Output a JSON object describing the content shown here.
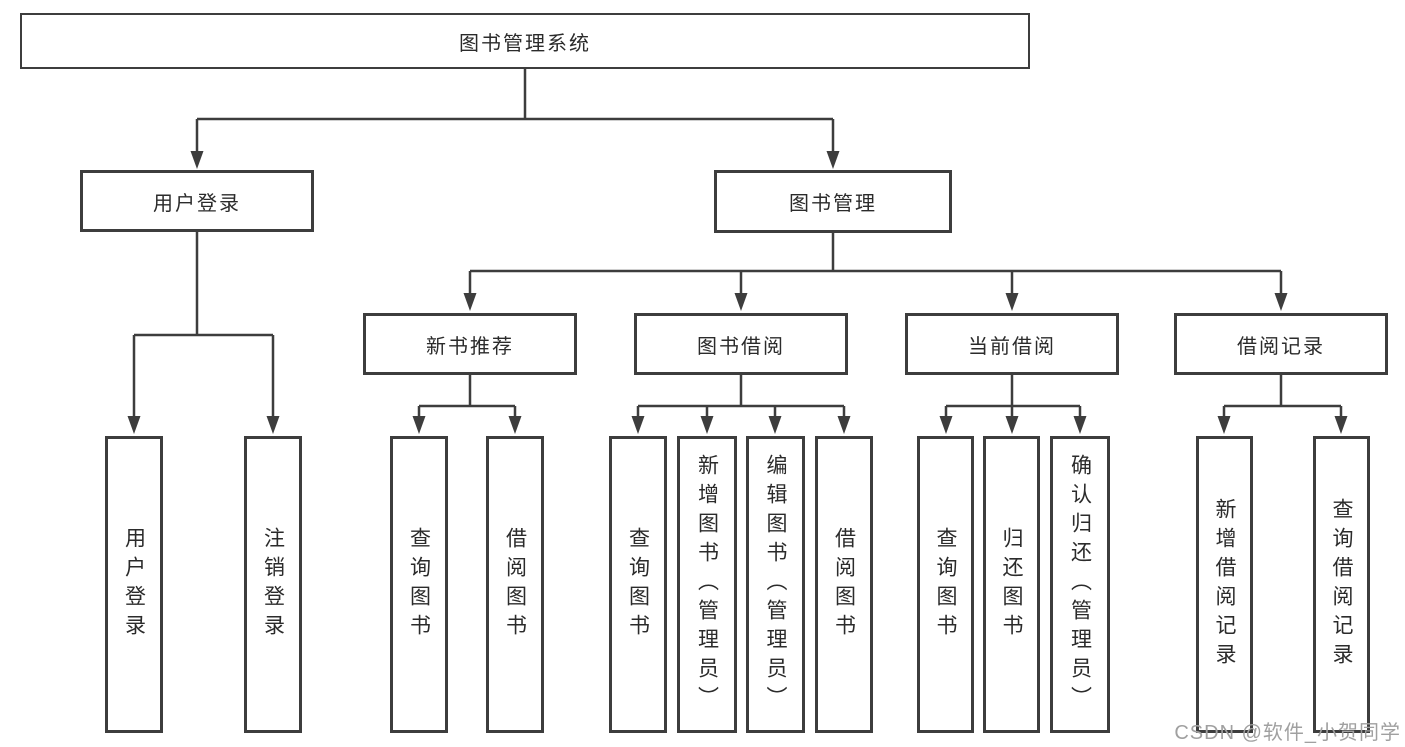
{
  "diagram": {
    "root": "图书管理系统",
    "branches": [
      {
        "label": "用户登录",
        "children": [
          "用户登录",
          "注销登录"
        ]
      },
      {
        "label": "图书管理",
        "children": [
          {
            "label": "新书推荐",
            "children": [
              "查询图书",
              "借阅图书"
            ]
          },
          {
            "label": "图书借阅",
            "children": [
              "查询图书",
              "新增图书（管理员）",
              "编辑图书（管理员）",
              "借阅图书"
            ]
          },
          {
            "label": "当前借阅",
            "children": [
              "查询图书",
              "归还图书",
              "确认归还（管理员）"
            ]
          },
          {
            "label": "借阅记录",
            "children": [
              "新增借阅记录",
              "查询借阅记录"
            ]
          }
        ]
      }
    ]
  },
  "watermark": {
    "text": "CSDN @软件_小贺同学"
  },
  "colors": {
    "line": "#3d3d3d",
    "border": "#3d3d3d",
    "text": "#2b2b2b",
    "watermark": "#a0a0a0",
    "background": "#ffffff"
  }
}
